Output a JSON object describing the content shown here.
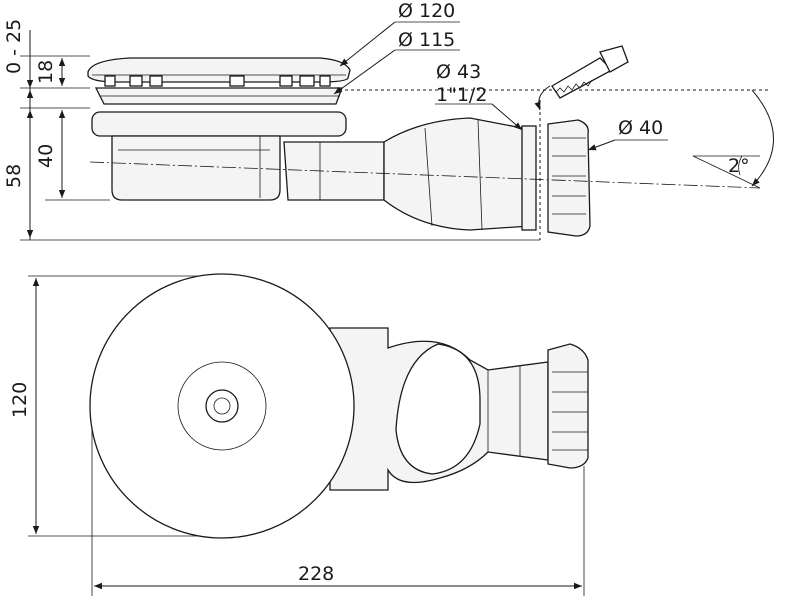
{
  "labels": {
    "dia_cover_outer": "Ø 120",
    "dia_cover_inner": "Ø 115",
    "dia_outlet": "Ø 43",
    "thread": "1\"1/2",
    "dia_pipe": "Ø 40",
    "height_adjust": "0 - 25",
    "height_cover": "18",
    "height_body": "40",
    "height_total": "58",
    "slope": "2°",
    "width": "120",
    "length": "228"
  }
}
